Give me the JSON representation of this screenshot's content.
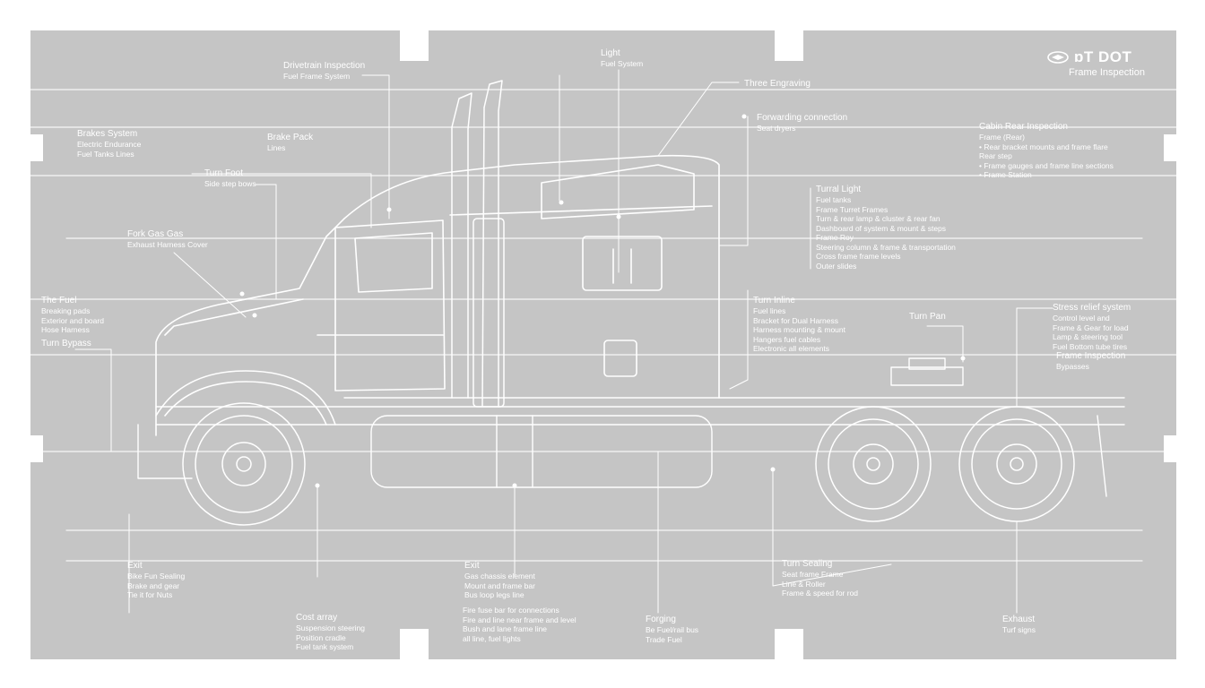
{
  "brand": {
    "name": "ɒT DOT",
    "subtitle": "Frame Inspection",
    "logo_icon": "truck-logo-icon"
  },
  "colors": {
    "sheet": "#c5c5c5",
    "linework": "#ffffff",
    "page": "#ffffff"
  },
  "labels": [
    {
      "id": "drivetrain-inspection",
      "lines": [
        "Drivetrain Inspection",
        "Fuel Frame System"
      ]
    },
    {
      "id": "light-top",
      "lines": [
        "Light",
        "Fuel System"
      ]
    },
    {
      "id": "three-engraving",
      "lines": [
        "Three Engraving"
      ]
    },
    {
      "id": "brakes-system",
      "lines": [
        "Brakes System",
        "Electric Endurance",
        "Fuel Tanks Lines"
      ]
    },
    {
      "id": "brake-pack",
      "lines": [
        "Brake Pack",
        "Lines"
      ]
    },
    {
      "id": "forwarding-connection",
      "lines": [
        "Forwarding connection",
        "Seat dryers"
      ]
    },
    {
      "id": "cabin-inspection",
      "lines": [
        "Cabin Rear Inspection",
        "Frame (Rear)",
        "• Rear bracket mounts and frame flare",
        "  Rear step",
        "• Frame gauges and frame line sections",
        "• Frame Station"
      ]
    },
    {
      "id": "turn-foot",
      "lines": [
        "Turn Foot",
        "Side step bows"
      ]
    },
    {
      "id": "turral-light",
      "lines": [
        "Turral Light",
        "Fuel tanks",
        "Frame Turret Frames",
        "Turn & rear lamp & cluster & rear fan",
        "Dashboard of system & mount & steps",
        "Frame Roy",
        "Steering column & frame & transportation",
        "Cross frame frame levels",
        "Outer slides"
      ]
    },
    {
      "id": "fork-gas",
      "lines": [
        "Fork Gas Gas",
        "Exhaust Harness Cover"
      ]
    },
    {
      "id": "the-fuel",
      "lines": [
        "The Fuel",
        "Breaking pads",
        "Exterior and board",
        "Hose Harness"
      ]
    },
    {
      "id": "turn-bypass",
      "lines": [
        "Turn Bypass"
      ]
    },
    {
      "id": "turn-inline",
      "lines": [
        "Turn Inline",
        "Fuel lines",
        "Bracket for Dual Harness",
        "Harness mounting & mount",
        "Hangers fuel cables",
        "Electronic all elements"
      ]
    },
    {
      "id": "turn-pan",
      "lines": [
        "Turn Pan"
      ]
    },
    {
      "id": "stress-relief",
      "lines": [
        "Stress relief system",
        "Control level and",
        "Frame & Gear for load",
        "Lamp & steering tool",
        "Fuel Bottom tube tires"
      ]
    },
    {
      "id": "frame-bypass",
      "lines": [
        "Frame Inspection",
        "Bypasses"
      ]
    },
    {
      "id": "exit-left",
      "lines": [
        "Exit",
        "Bike Fun Sealing",
        "Brake and gear",
        "Tie it for Nuts"
      ]
    },
    {
      "id": "exit-mid",
      "lines": [
        "Exit",
        "Gas chassis element",
        "Mount and frame bar",
        "Bus loop legs line"
      ]
    },
    {
      "id": "turn-sealing",
      "lines": [
        "Turn Sealing",
        "Seat frame  Frame",
        "Line & Roller",
        "Frame & speed for rod"
      ]
    },
    {
      "id": "cost-array",
      "lines": [
        "Cost array",
        "Suspension steering",
        "Position cradle",
        "Fuel tank system"
      ]
    },
    {
      "id": "fuel-frame",
      "lines": [
        "Fire fuse bar for connections",
        "Fire and line near frame and level",
        "Bush and lane frame line",
        "all line, fuel lights"
      ]
    },
    {
      "id": "forging",
      "lines": [
        "Forging",
        "Be Fuel/rail bus",
        "Trade Fuel"
      ]
    },
    {
      "id": "exhaust",
      "lines": [
        "Exhaust",
        "Turf signs"
      ]
    }
  ]
}
